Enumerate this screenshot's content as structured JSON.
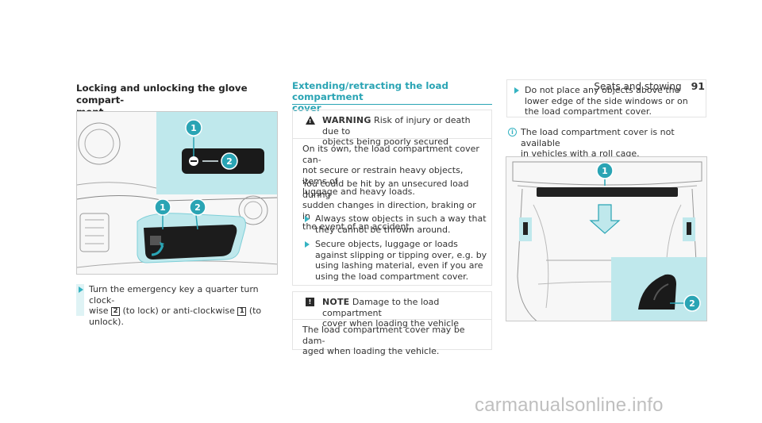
{
  "header": {
    "section": "Seats and stowing",
    "page_number": "91"
  },
  "col1": {
    "heading": "Locking and unlocking the glove compart-\nment",
    "step_parts": [
      "Turn the emergency key a quarter turn clock-\nwise ",
      "2",
      " (to lock) or anti-clockwise ",
      "1",
      " (to\nunlock)."
    ],
    "figure_labels": [
      "1",
      "2",
      "1",
      "2"
    ]
  },
  "col2": {
    "title": "Extending/retracting the load compartment\ncover",
    "warning": {
      "label": "WARNING",
      "head_text": " Risk of injury or death due to\nobjects being poorly secured",
      "para1": "On its own, the load compartment cover can-\nnot secure or restrain heavy objects, items of\nluggage and heavy loads.",
      "para2": "You could be hit by an unsecured load during\nsudden changes in direction, braking or in\nthe event of an accident.",
      "step1": "Always stow objects in such a way that\nthey cannot be thrown around.",
      "step2": "Secure objects, luggage or loads\nagainst slipping or tipping over, e.g. by\nusing lashing material, even if you are\nusing the load compartment cover."
    },
    "note": {
      "label": "NOTE",
      "head_text": " Damage to the load compartment\ncover when loading the vehicle",
      "body": "The load compartment cover may be dam-\naged when loading the vehicle."
    }
  },
  "col3": {
    "step": "Do not place any objects above the\nlower edge of the side windows or on\nthe load compartment cover.",
    "info": "The load compartment cover is not available\nin vehicles with a roll cage.",
    "figure_labels": [
      "1",
      "2"
    ]
  },
  "watermark": "carmanualsonline.info",
  "colors": {
    "accent": "#2aa4b4",
    "callout_fill": "#bfe8ec"
  }
}
